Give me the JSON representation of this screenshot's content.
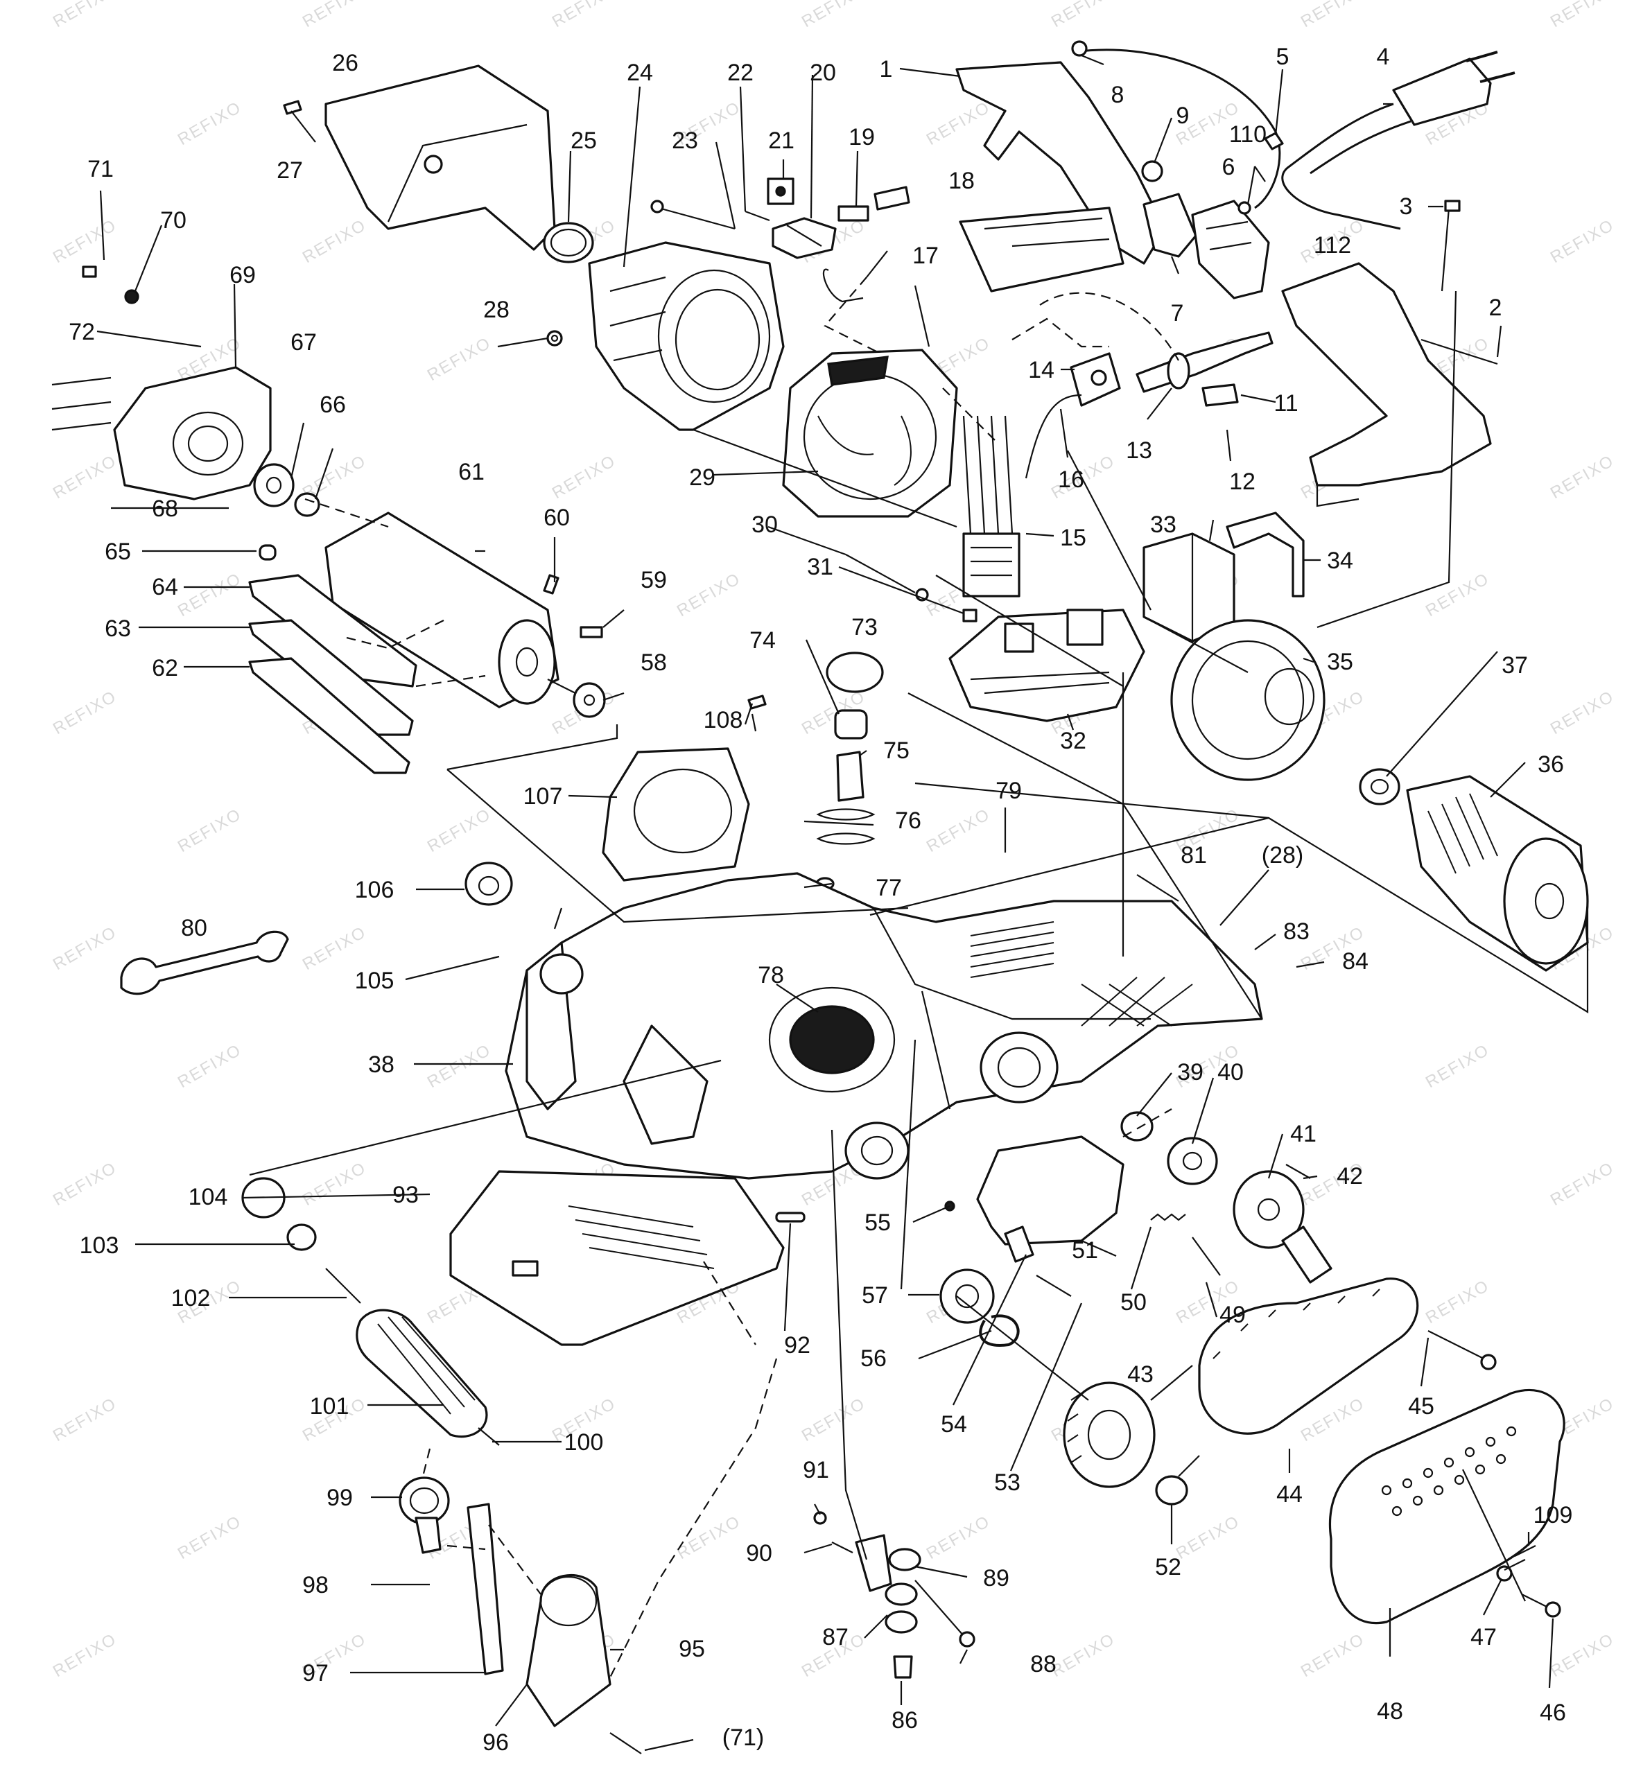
{
  "watermark": "REFIXO",
  "colors": {
    "ink": "#111111",
    "background": "#ffffff",
    "watermark": "#d9d9d9"
  },
  "labels": [
    "1",
    "2",
    "3",
    "4",
    "5",
    "6",
    "7",
    "8",
    "9",
    "11",
    "12",
    "13",
    "14",
    "15",
    "16",
    "17",
    "18",
    "19",
    "20",
    "21",
    "22",
    "23",
    "24",
    "25",
    "26",
    "27",
    "28",
    "29",
    "30",
    "31",
    "32",
    "33",
    "34",
    "35",
    "36",
    "37",
    "38",
    "39",
    "40",
    "41",
    "42",
    "43",
    "44",
    "45",
    "46",
    "47",
    "48",
    "49",
    "50",
    "51",
    "52",
    "53",
    "54",
    "55",
    "56",
    "57",
    "58",
    "59",
    "60",
    "61",
    "62",
    "63",
    "64",
    "65",
    "66",
    "67",
    "68",
    "69",
    "70",
    "71",
    "72",
    "73",
    "74",
    "75",
    "76",
    "77",
    "78",
    "79",
    "80",
    "81",
    "83",
    "84",
    "86",
    "87",
    "88",
    "89",
    "90",
    "91",
    "92",
    "93",
    "95",
    "96",
    "97",
    "98",
    "99",
    "100",
    "101",
    "102",
    "103",
    "104",
    "105",
    "106",
    "107",
    "108",
    "109",
    "110",
    "112",
    "(28)",
    "(71)"
  ]
}
